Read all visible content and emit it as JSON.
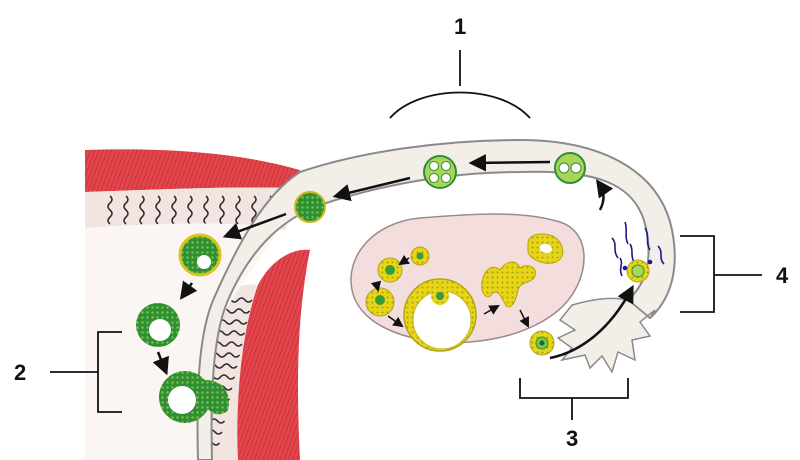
{
  "labels": {
    "one": "1",
    "two": "2",
    "three": "3",
    "four": "4"
  },
  "colors": {
    "tube_fill": "#f3ece6",
    "tube_outline": "#8a8a8a",
    "ovary_fill": "#f2dede",
    "muscle_red": "#d8383e",
    "endometrium_pink": "#e9a9ad",
    "cell_green": "#3a9b3a",
    "cell_light_green": "#a9d65a",
    "follicle_yellow": "#e9d516",
    "arrow": "#111111",
    "sperm_blue": "#1a1a8c"
  }
}
